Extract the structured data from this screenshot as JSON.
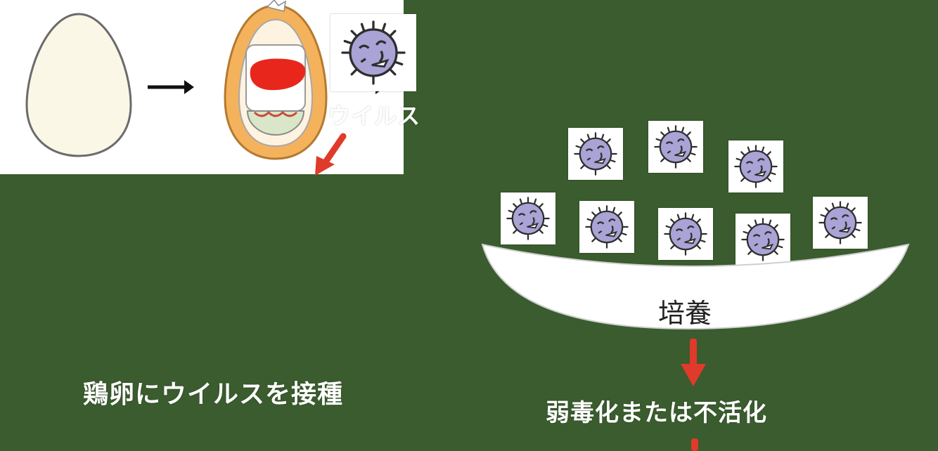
{
  "labels": {
    "virus": "ウイルス",
    "inoculate": "鶏卵にウイルスを接種",
    "culture": "培養",
    "weaken": "弱毒化または不活化"
  },
  "colors": {
    "background": "#3a5c2e",
    "arrow_red": "#e03a2a",
    "virus_body": "#a9a3d6",
    "egg_fill": "#fbf7e6",
    "egg_shell_orange": "#f5b25c",
    "yolk_red": "#e8261c"
  },
  "icons": [
    "virus-icon",
    "egg-icon",
    "inoculated-egg-icon",
    "right-arrow-icon",
    "down-arrow-icon",
    "culture-dish-icon"
  ]
}
